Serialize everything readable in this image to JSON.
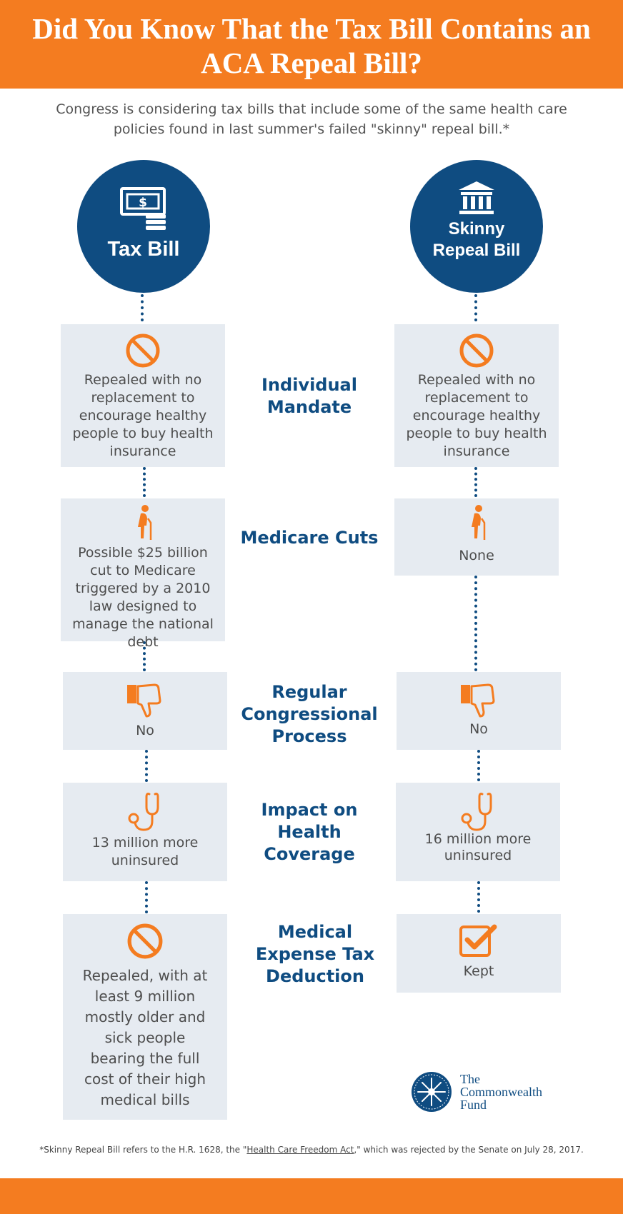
{
  "title": "Did You Know That the Tax Bill Contains an ACA Repeal Bill?",
  "intro": "Congress is considering tax bills that include some of the same health care policies found in last summer's failed \"skinny\" repeal bill.*",
  "columns": {
    "left": {
      "line1": "Tax Bill",
      "icon": "money-icon"
    },
    "right": {
      "line1": "Skinny",
      "line2": "Repeal Bill",
      "icon": "capitol-building-icon"
    }
  },
  "rows": [
    {
      "label1": "Individual",
      "label2": "Mandate",
      "left": "Repealed with no replacement to encourage healthy people to buy health insurance",
      "right": "Repealed with no replacement to encourage healthy people to buy health insurance"
    },
    {
      "label1": "Medicare Cuts",
      "left": "Possible $25 billion cut to Medicare triggered by a 2010 law designed to manage the national debt",
      "right": "None"
    },
    {
      "label1": "Regular",
      "label2": "Congressional",
      "label3": "Process",
      "left": "No",
      "right": "No"
    },
    {
      "label1": "Impact on",
      "label2": "Health",
      "label3": "Coverage",
      "left": "13 million more uninsured",
      "right": "16 million more uninsured"
    },
    {
      "label1": "Medical",
      "label2": "Expense Tax",
      "label3": "Deduction",
      "left": "Repealed, with at least 9 million mostly older and sick people bearing the full cost of their high medical bills",
      "right": "Kept"
    }
  ],
  "logo": {
    "line1": "The",
    "line2": "Commonwealth",
    "line3": "Fund"
  },
  "footnote": {
    "before": "*Skinny Repeal Bill refers to the H.R. 1628, the \"",
    "link": "Health Care Freedom Act",
    "after": ",\" which was rejected by the Senate on July 28, 2017."
  },
  "colors": {
    "orange": "#f47c20",
    "navy": "#0f4c81",
    "card": "#e6ebf1"
  }
}
